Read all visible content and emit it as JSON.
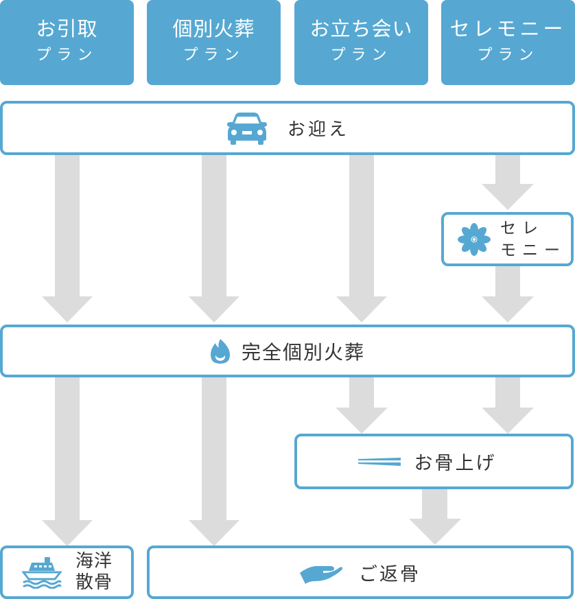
{
  "plans": [
    {
      "name": "お引取",
      "sub": "プラン"
    },
    {
      "name": "個別火葬",
      "sub": "プラン"
    },
    {
      "name": "お立ち会い",
      "sub": "プラン"
    },
    {
      "name": "セレモニー",
      "sub": "プラン"
    }
  ],
  "steps": {
    "pickup": {
      "label": "お迎え",
      "icon": "car-icon"
    },
    "ceremony": {
      "line1": "セレ",
      "line2": "モニー",
      "icon": "flower-icon"
    },
    "cremation": {
      "label": "完全個別火葬",
      "icon": "flame-icon"
    },
    "bone_collection": {
      "label": "お骨上げ",
      "icon": "chopsticks-icon"
    },
    "sea_scattering": {
      "line1": "海洋",
      "line2": "散骨",
      "icon": "ship-icon"
    },
    "return_ashes": {
      "label": "ご返骨",
      "icon": "hand-icon"
    }
  },
  "colors": {
    "accent": "#56a8d2",
    "arrow": "#dcdcdc",
    "text": "#333333"
  }
}
